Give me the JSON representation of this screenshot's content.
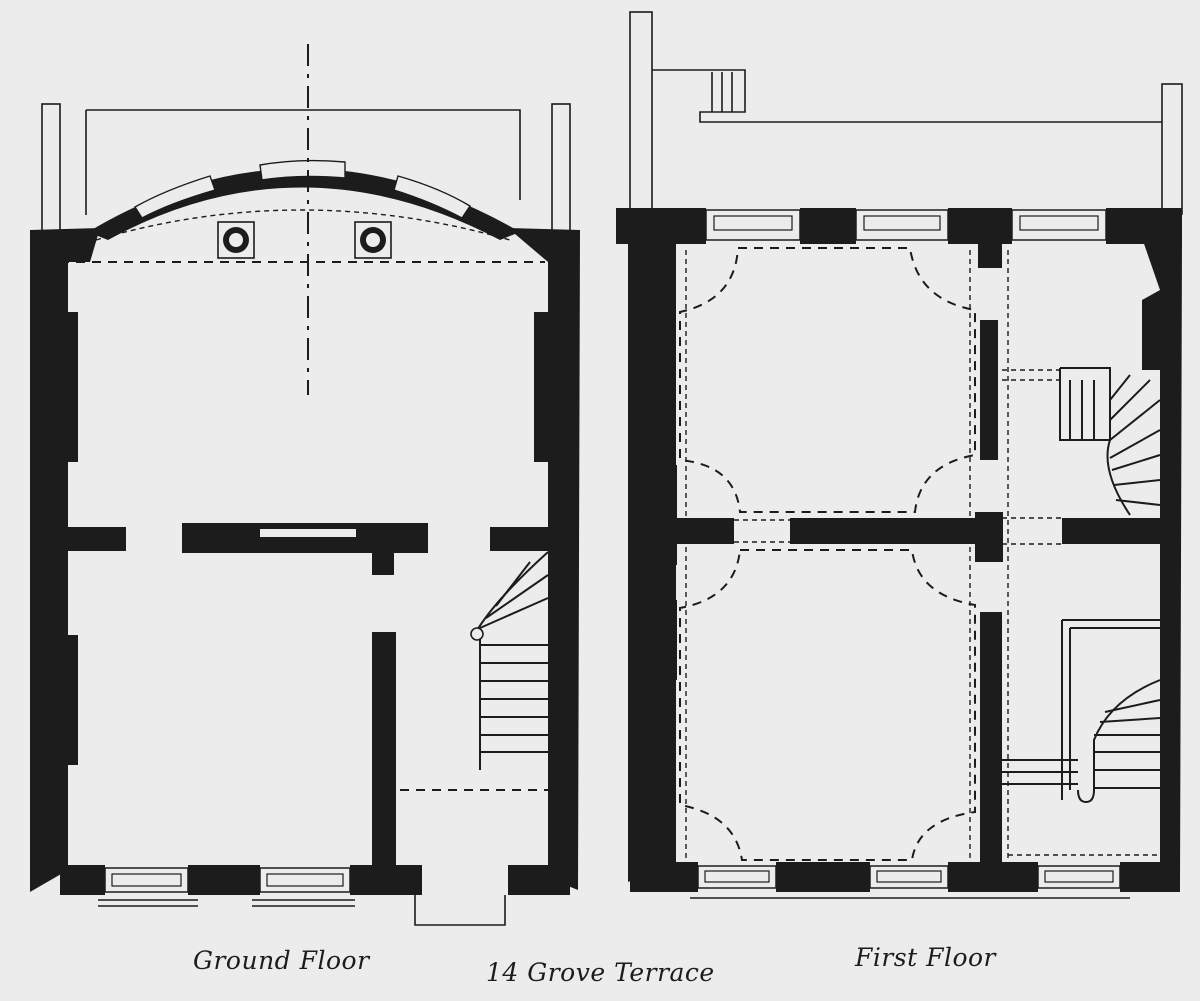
{
  "captions": {
    "ground_floor": "Ground Floor",
    "title": "14 Grove Terrace",
    "first_floor": "First Floor"
  },
  "colors": {
    "background": "#ececec",
    "ink": "#1c1c1c"
  }
}
